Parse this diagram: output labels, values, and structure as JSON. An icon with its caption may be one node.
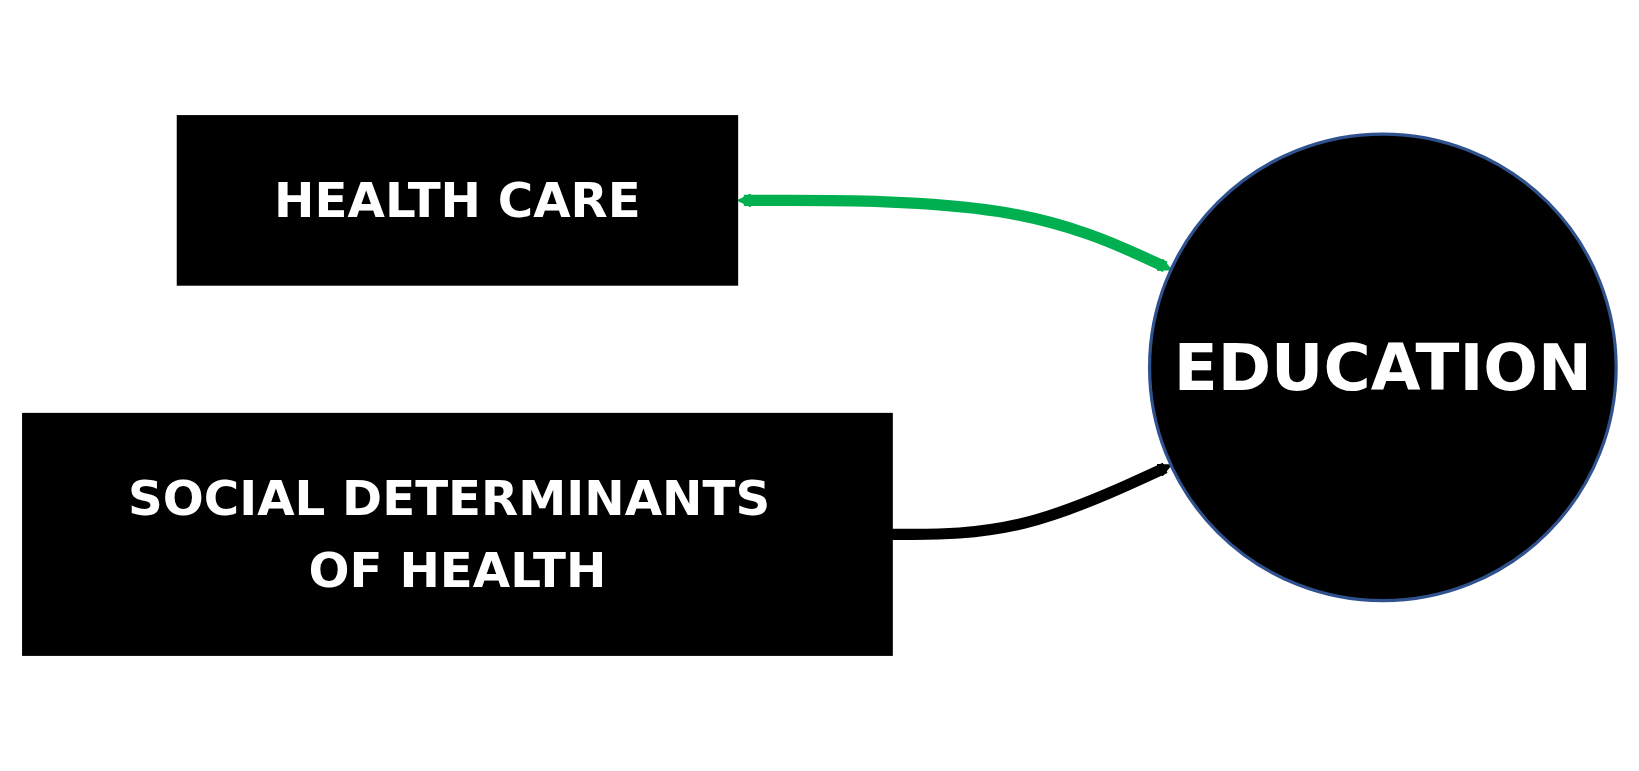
{
  "diagram": {
    "nodes": [
      {
        "text": [
          "HEALTH CARE"
        ]
      },
      {
        "text": [
          "SOCIAL DETERMINANTS OF HEALTH"
        ]
      },
      {
        "text": [
          "EDUCATION"
        ]
      }
    ],
    "edges": [
      {
        "from": 0,
        "to": 2,
        "arrow": "both",
        "color": "#00b050"
      },
      {
        "from": 1,
        "to": 2,
        "arrow": "to",
        "color": "#000000"
      }
    ]
  }
}
